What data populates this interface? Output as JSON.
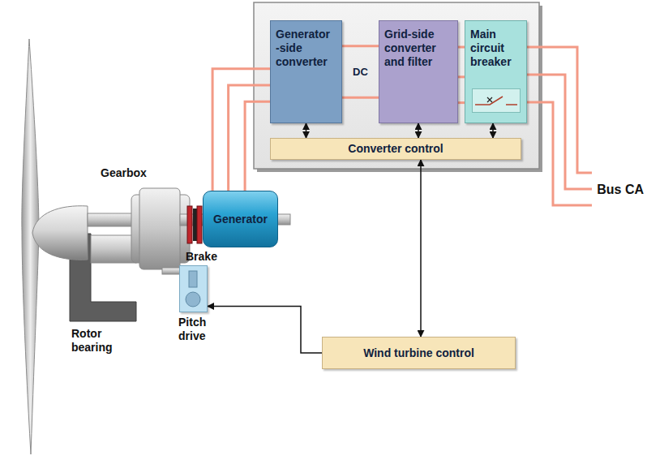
{
  "diagram": {
    "nodes": [
      {
        "text": [
          "Generator -side converter"
        ]
      },
      {
        "text": [
          "Grid-side converter and filter"
        ]
      },
      {
        "text": [
          "Main circuit breaker"
        ]
      },
      {
        "text": [
          "Converter control"
        ]
      },
      {
        "text": [
          "Generator"
        ]
      },
      {
        "text": [
          "Wind turbine control"
        ]
      },
      {
        "text": [
          "Pitch drive"
        ]
      }
    ],
    "edges": [
      {
        "from": 4,
        "to": 0,
        "arrow": "none"
      },
      {
        "from": 0,
        "to": 1,
        "label": "DC",
        "arrow": "none"
      },
      {
        "from": 1,
        "to": 2,
        "arrow": "none"
      },
      {
        "from": 0,
        "to": 3,
        "arrow": "both"
      },
      {
        "from": 1,
        "to": 3,
        "arrow": "both"
      },
      {
        "from": 2,
        "to": 3,
        "arrow": "both"
      },
      {
        "from": 3,
        "to": 5,
        "arrow": "both"
      },
      {
        "from": 5,
        "to": 6,
        "arrow": "to"
      }
    ],
    "labels": [
      "Gearbox",
      "Brake",
      "Rotor bearing",
      "Bus CA"
    ]
  }
}
